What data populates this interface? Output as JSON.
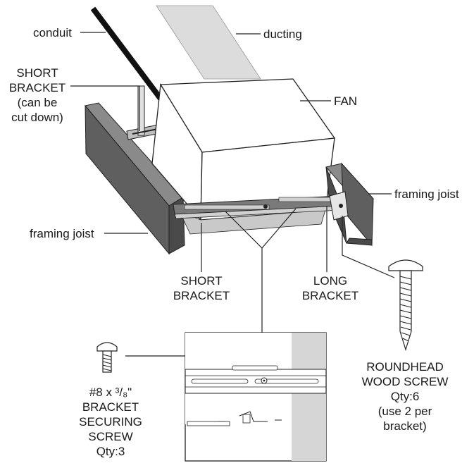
{
  "labels": {
    "conduit": "conduit",
    "ducting": "ducting",
    "fan": "FAN",
    "short_bracket_top": [
      "SHORT",
      "BRACKET",
      "(can be",
      "cut down)"
    ],
    "framing_joist_right": "framing joist",
    "framing_joist_left": "framing joist",
    "short_bracket_bottom": [
      "SHORT",
      "BRACKET"
    ],
    "long_bracket": [
      "LONG",
      "BRACKET"
    ],
    "securing_screw": {
      "size": "#8 x ³/₈\"",
      "lines": [
        "BRACKET",
        "SECURING",
        "SCREW"
      ],
      "qty": "Qty:3"
    },
    "wood_screw": {
      "lines": [
        "ROUNDHEAD",
        "WOOD SCREW"
      ],
      "qty": "Qty:6",
      "note": [
        "(use 2 per",
        "bracket)"
      ]
    }
  },
  "colors": {
    "joist_front": "#5f5f5f",
    "joist_top": "#8a8a8a",
    "ducting": "#dcdcdc",
    "fan_shadow": "#c9c9c9",
    "ink": "#1a1a1a"
  }
}
